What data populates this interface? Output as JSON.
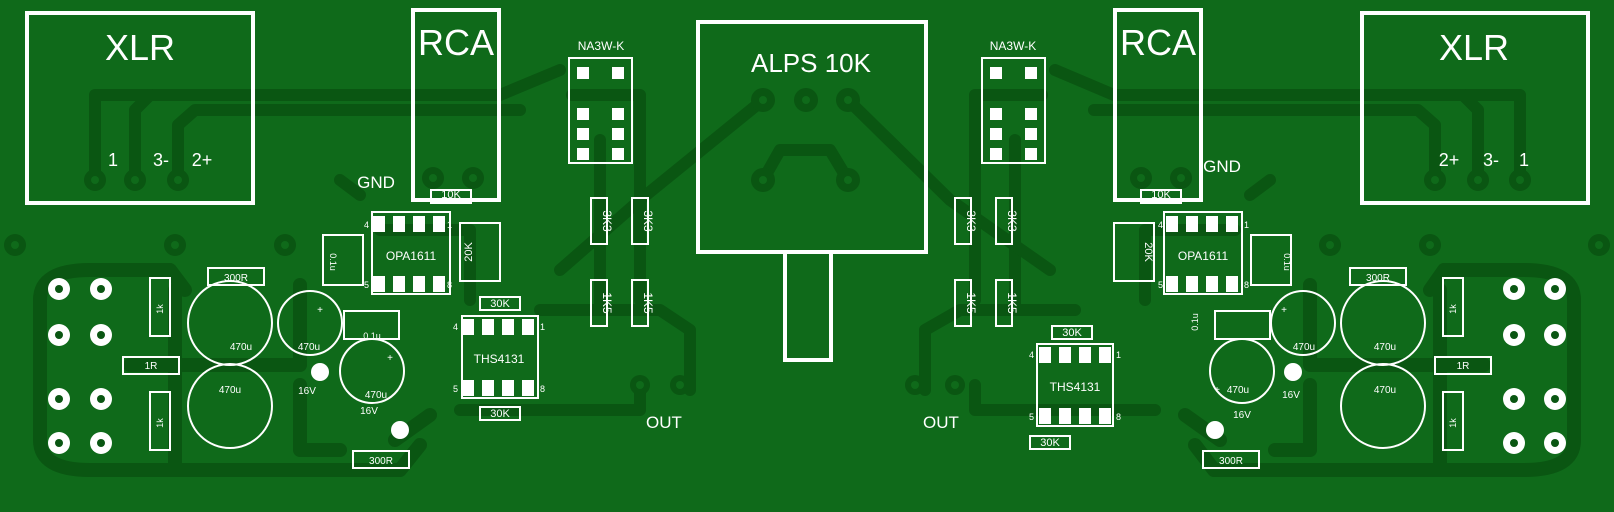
{
  "board": {
    "colors": {
      "substrate": "#0f6a1a",
      "copper": "#0a5612",
      "silkscreen": "#ffffff"
    }
  },
  "labels": {
    "xlr_left": "XLR",
    "xlr_right": "XLR",
    "rca_left": "RCA",
    "rca_right": "RCA",
    "selector_left": "NA3W-K",
    "selector_right": "NA3W-K",
    "pot": "ALPS 10K",
    "gnd_left": "GND",
    "gnd_right": "GND",
    "out_left": "OUT",
    "out_right": "OUT",
    "xlr_pins_left": [
      "1",
      "3-",
      "2+"
    ],
    "xlr_pins_right": [
      "2+",
      "3-",
      "1"
    ],
    "opamp1_left": "OPA1611",
    "opamp1_right": "OPA1611",
    "opamp2_left": "THS4131",
    "opamp2_right": "THS4131",
    "pin4": "4",
    "pin5": "5",
    "pin1": "1",
    "pin8": "8",
    "r_10k": "10K",
    "r_20k": "20K",
    "r_30k": "30K",
    "r_3k3": "3K3",
    "r_1k5": "1K5",
    "r_300r": "300R",
    "r_1k": "1k",
    "r_1r": "1R",
    "c_470u": "470u",
    "c_01u": "0.1u",
    "z_16v": "16V",
    "plus": "+"
  }
}
